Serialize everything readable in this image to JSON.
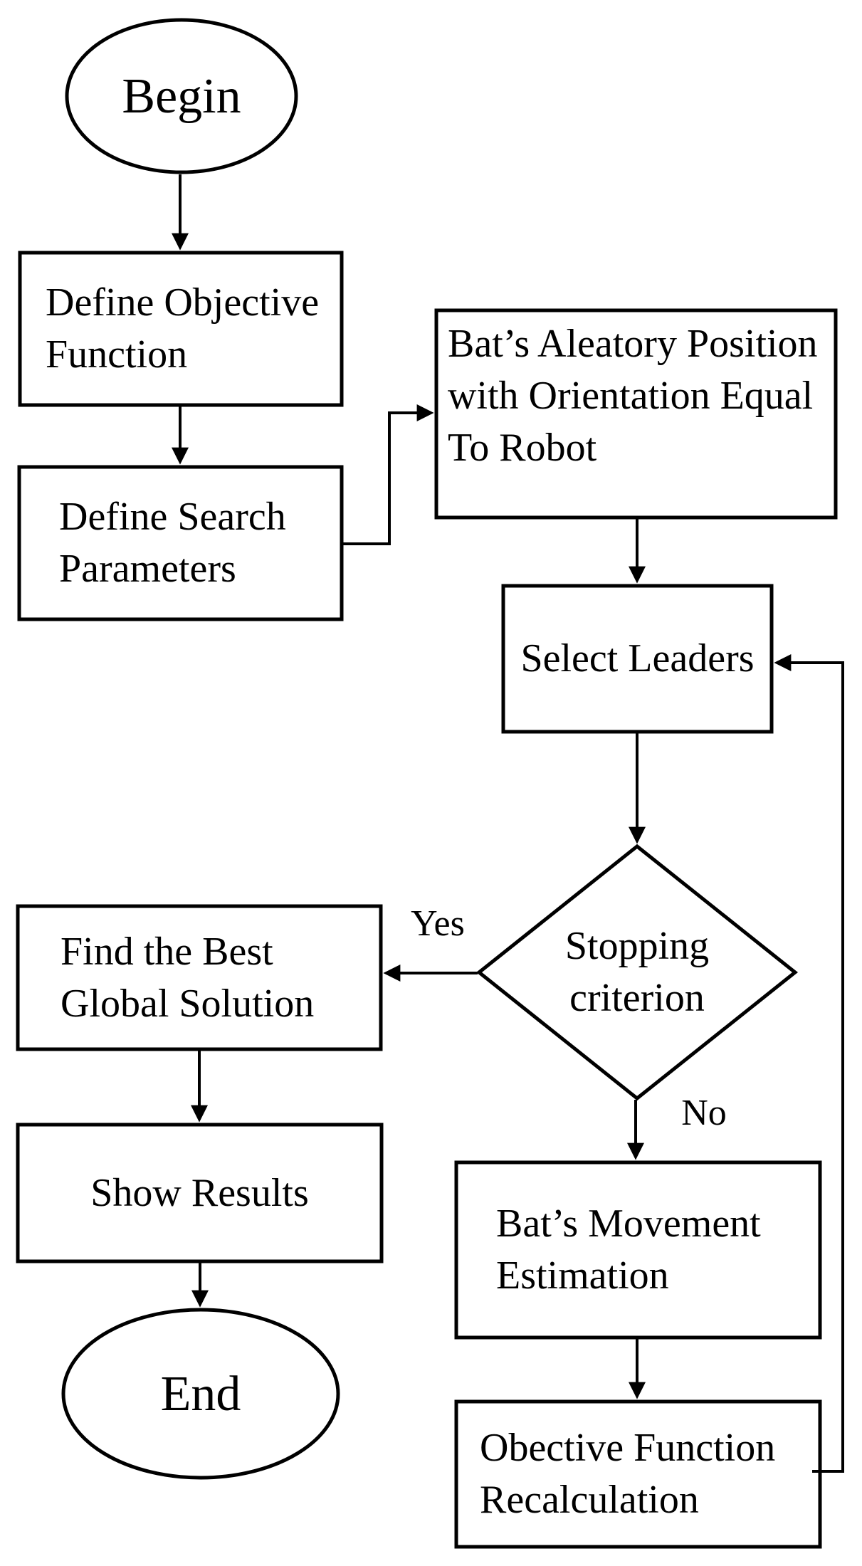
{
  "diagram": {
    "title": "Bat algorithm flowchart",
    "colors": {
      "background": "#ffffff",
      "stroke": "#000000",
      "text": "#000000"
    },
    "nodes": {
      "begin": {
        "shape": "ellipse",
        "label": "Begin"
      },
      "define_objective": {
        "shape": "rect",
        "label": "Define Objective\nFunction"
      },
      "define_search": {
        "shape": "rect",
        "label": "Define Search\nParameters"
      },
      "bat_position": {
        "shape": "rect",
        "label": "Bat’s Aleatory Position\nwith Orientation Equal\nTo Robot"
      },
      "select_leaders": {
        "shape": "rect",
        "label": "Select Leaders"
      },
      "stopping_criterion": {
        "shape": "diamond",
        "label": "Stopping\ncriterion"
      },
      "find_best": {
        "shape": "rect",
        "label": "Find the Best\nGlobal Solution"
      },
      "show_results": {
        "shape": "rect",
        "label": "Show Results"
      },
      "end": {
        "shape": "ellipse",
        "label": "End"
      },
      "bat_movement": {
        "shape": "rect",
        "label": "Bat’s Movement\nEstimation"
      },
      "objective_recalc": {
        "shape": "rect",
        "label": "Obective Function\nRecalculation"
      }
    },
    "edge_labels": {
      "yes": "Yes",
      "no": "No"
    }
  }
}
